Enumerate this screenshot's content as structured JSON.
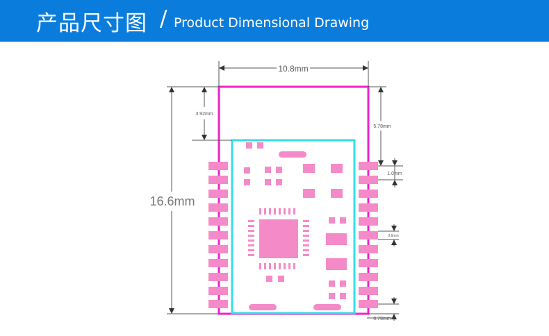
{
  "header": {
    "title_cn": "产品尺寸图",
    "slash": "/",
    "title_en": "Product Dimensional Drawing"
  },
  "dimensions": {
    "width": "10.8mm",
    "height": "16.6mm",
    "top_offset": "3.92mm",
    "pin_top": "5.78mm",
    "pin_pitch": "1.0mm",
    "pin_width": "0.6mm",
    "bottom": "0.78mm"
  },
  "colors": {
    "header_bg": "#0a7ddc",
    "outline": "#ee22cc",
    "shield": "#33dde8",
    "pads": "#f58ac8",
    "dim_line": "#555555"
  }
}
